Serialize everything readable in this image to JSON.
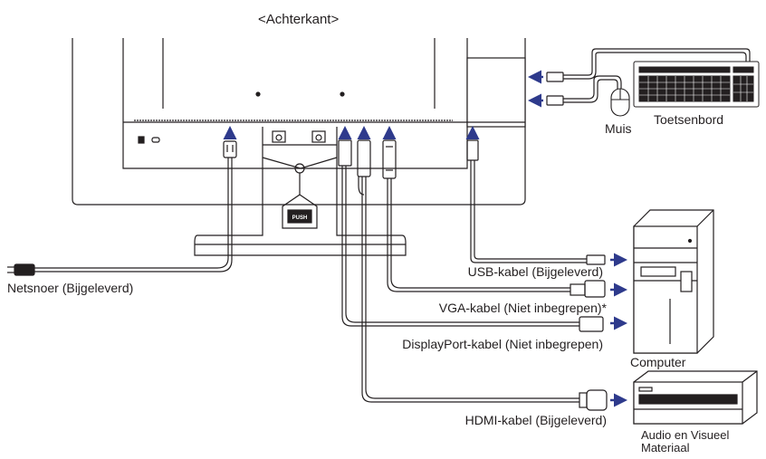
{
  "title": "<Achterkant>",
  "labels": {
    "keyboard": "Toetsenbord",
    "mouse": "Muis",
    "power_cord": "Netsnoer (Bijgeleverd)",
    "usb_cable": "USB-kabel (Bijgeleverd)",
    "vga_cable": "VGA-kabel (Niet inbegrepen)*",
    "displayport_cable": "DisplayPort-kabel (Niet inbegrepen)",
    "hdmi_cable": "HDMI-kabel (Bijgeleverd)",
    "computer": "Computer",
    "av_equipment_line1": "Audio en Visueel",
    "av_equipment_line2": "Materiaal",
    "stand_button": "PUSH"
  },
  "icons": [
    "monitor-back",
    "keyboard-icon",
    "mouse-icon",
    "computer-tower-icon",
    "av-equipment-icon",
    "power-plug-icon",
    "usb-plug-icon",
    "vga-plug-icon",
    "displayport-plug-icon",
    "hdmi-plug-icon",
    "arrow-icon"
  ],
  "colors": {
    "line": "#231f20",
    "arrow": "#2e3a8c",
    "fill": "#ffffff"
  }
}
